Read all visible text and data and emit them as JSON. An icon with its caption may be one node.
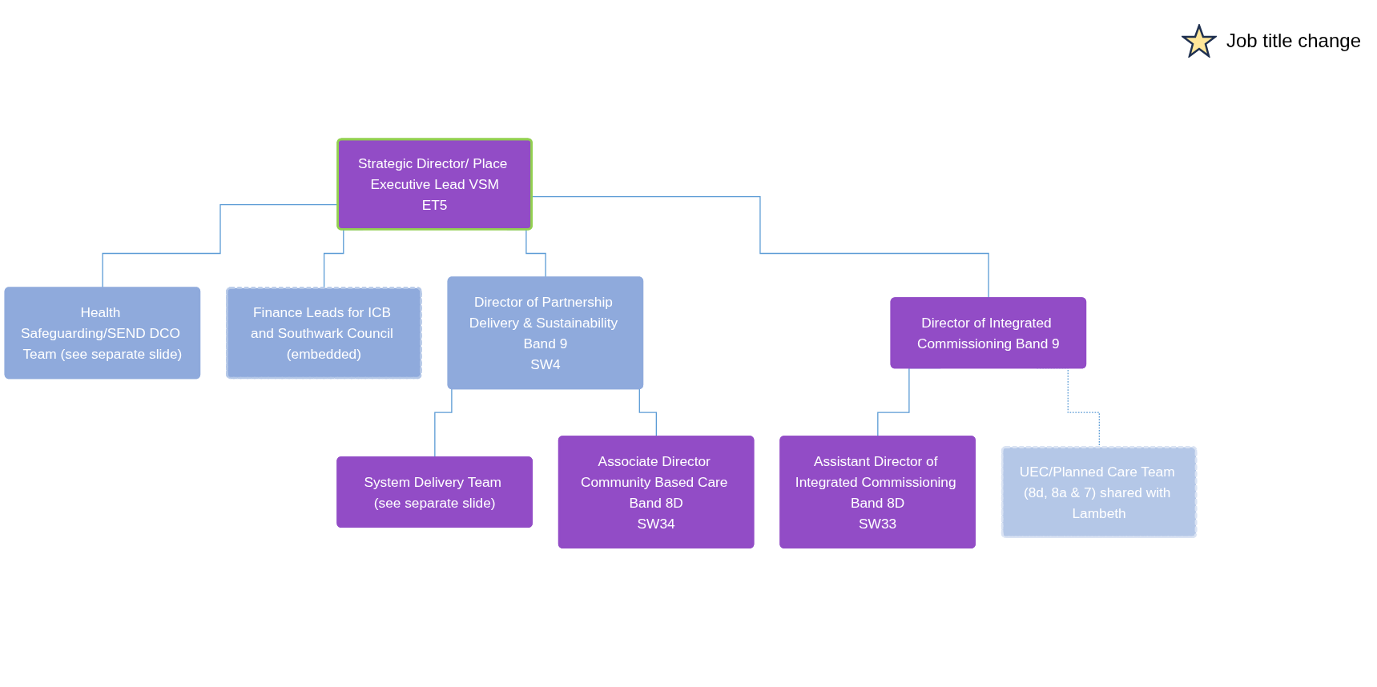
{
  "diagram": {
    "nodes": [
      {
        "text": [
          "Health Safeguarding/SEND DCO Team (see separate slide)"
        ]
      },
      {
        "text": [
          "Strategic Director/ Place Executive Lead VSM",
          "ET5"
        ]
      },
      {
        "text": [
          "Finance Leads for ICB and Southwark Council (embedded)"
        ]
      },
      {
        "text": [
          "Director of Partnership Delivery & Sustainability Band 9",
          "SW4"
        ]
      },
      {
        "text": [
          "Director of Integrated Commissioning Band 9"
        ]
      },
      {
        "text": [
          "System Delivery Team (see separate slide)"
        ]
      },
      {
        "text": [
          "Associate Director Community Based Care Band 8D",
          "SW34"
        ]
      },
      {
        "text": [
          "Assistant Director of Integrated Commissioning Band 8D",
          "SW33"
        ]
      },
      {
        "text": [
          "UEC/Planned Care Team (8d, 8a & 7) shared with Lambeth"
        ]
      }
    ],
    "edges": [
      {
        "from": 1,
        "to": 0,
        "arrow": "none"
      },
      {
        "from": 1,
        "to": 2,
        "arrow": "none"
      },
      {
        "from": 1,
        "to": 3,
        "arrow": "none"
      },
      {
        "from": 1,
        "to": 4,
        "arrow": "none"
      },
      {
        "from": 3,
        "to": 5,
        "arrow": "none"
      },
      {
        "from": 3,
        "to": 6,
        "arrow": "none"
      },
      {
        "from": 4,
        "to": 7,
        "arrow": "none"
      },
      {
        "from": 4,
        "to": 8,
        "arrow": "none",
        "style": "dashed"
      }
    ],
    "legend": [
      {
        "text": "Job title change"
      }
    ]
  }
}
